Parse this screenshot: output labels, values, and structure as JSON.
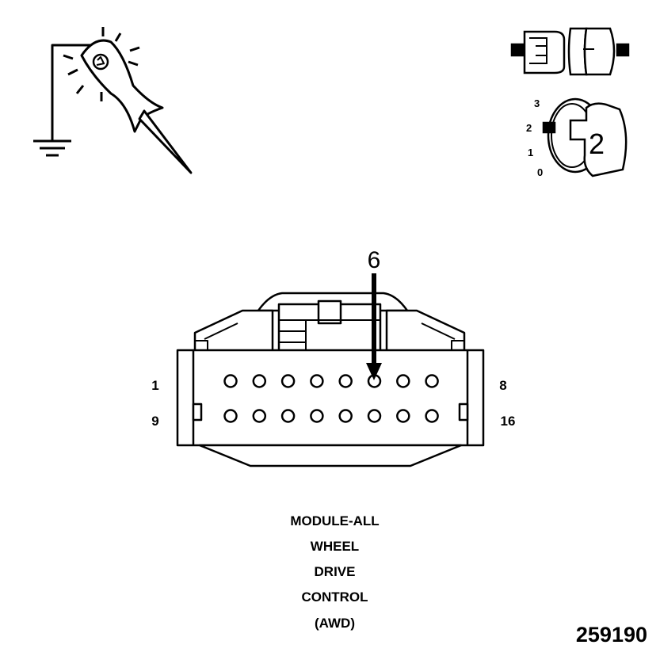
{
  "key_position": {
    "labels": [
      "3",
      "2",
      "1",
      "0"
    ],
    "selected": "2"
  },
  "connector": {
    "probe_pin": "6",
    "row_labels": {
      "top_left": "1",
      "top_right": "8",
      "bottom_left": "9",
      "bottom_right": "16"
    },
    "pins_per_row": 8
  },
  "caption": [
    "MODULE-ALL",
    "WHEEL",
    "DRIVE",
    "CONTROL",
    "(AWD)"
  ],
  "figure_number": "259190"
}
